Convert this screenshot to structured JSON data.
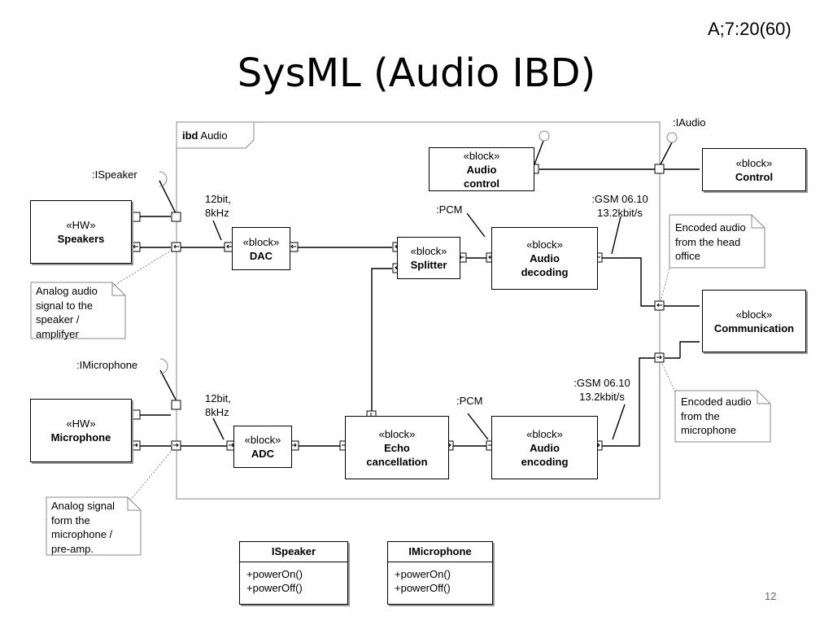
{
  "slide": {
    "code": "A;7:20(60)",
    "title": "SysML (Audio IBD)",
    "page_number": "12"
  },
  "frame": {
    "keyword": "ibd",
    "name": "Audio"
  },
  "blocks": {
    "speakers": {
      "stereotype": "«HW»",
      "name": "Speakers"
    },
    "microphone": {
      "stereotype": "«HW»",
      "name": "Microphone"
    },
    "dac": {
      "stereotype": "«block»",
      "name": "DAC"
    },
    "adc": {
      "stereotype": "«block»",
      "name": "ADC"
    },
    "splitter": {
      "stereotype": "«block»",
      "name": "Splitter"
    },
    "echo": {
      "stereotype": "«block»",
      "name": "Echo\ncancellation"
    },
    "audio_control": {
      "stereotype": "«block»",
      "name": "Audio\ncontrol"
    },
    "audio_decoding": {
      "stereotype": "«block»",
      "name": "Audio\ndecoding"
    },
    "audio_encoding": {
      "stereotype": "«block»",
      "name": "Audio\nencoding"
    },
    "control": {
      "stereotype": "«block»",
      "name": "Control"
    },
    "communication": {
      "stereotype": "«block»",
      "name": "Communication"
    }
  },
  "labels": {
    "ispeaker_port": ":ISpeaker",
    "imicrophone_port": ":IMicrophone",
    "iaudio_port": ":IAudio",
    "dac_rate": "12bit,\n8kHz",
    "adc_rate": "12bit,\n8kHz",
    "pcm_top": ":PCM",
    "pcm_bottom": ":PCM",
    "gsm_top": ":GSM 06.10\n13.2kbit/s",
    "gsm_bottom": ":GSM 06.10\n13.2kbit/s"
  },
  "notes": {
    "analog_speaker": "Analog audio signal to the speaker / amplifyer",
    "analog_mic": "Analog signal form the microphone / pre-amp.",
    "encoded_head": "Encoded audio from the head office",
    "encoded_mic": "Encoded audio from the microphone"
  },
  "interfaces": [
    {
      "name": "ISpeaker",
      "operations": [
        "+powerOn()",
        "+powerOff()"
      ]
    },
    {
      "name": "IMicrophone",
      "operations": [
        "+powerOn()",
        "+powerOff()"
      ]
    }
  ]
}
